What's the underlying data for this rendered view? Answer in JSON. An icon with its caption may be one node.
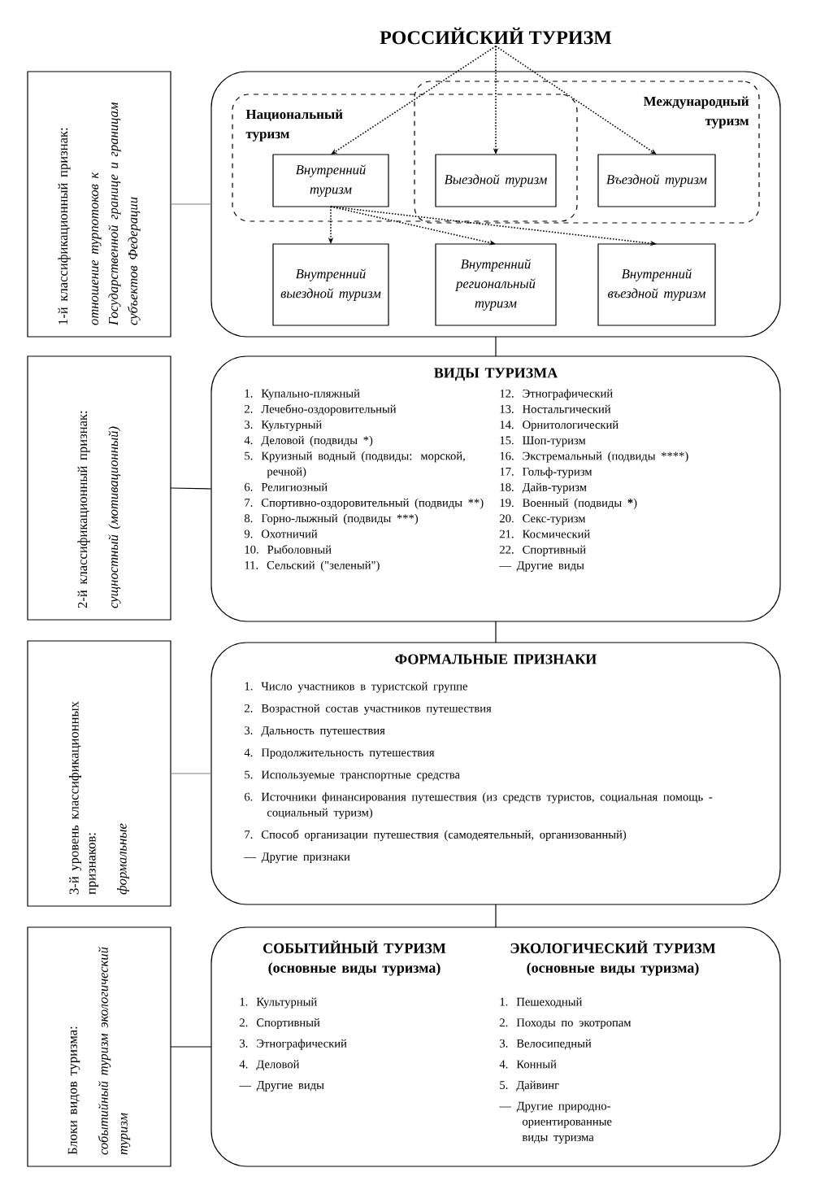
{
  "diagram": {
    "nodes": [
      {
        "text": [
          "РОССИЙСКИЙ  ТУРИЗМ"
        ]
      },
      {
        "text": [
          "1-й классификационный признак:",
          "отношение турпотоков к Государственной границе и границам субъектов Федерации"
        ]
      },
      {
        "text": [],
        "shape": "box"
      },
      {
        "text": [
          "Национальный туризм"
        ],
        "in": 2
      },
      {
        "text": [
          "Международный туризм"
        ],
        "in": 2
      },
      {
        "text": [
          "Внутренний туризм"
        ],
        "in": 3
      },
      {
        "text": [
          "Выездной туризм"
        ]
      },
      {
        "text": [
          "Въездной туризм"
        ],
        "in": 4
      },
      {
        "text": [
          "Внутренний выездной туризм"
        ],
        "in": 2
      },
      {
        "text": [
          "Внутренний региональный туризм"
        ],
        "in": 2
      },
      {
        "text": [
          "Внутренний въездной туризм"
        ],
        "in": 2
      },
      {
        "text": [
          "2-й классификационный признак:",
          "сущностный (мотивационный)"
        ]
      },
      {
        "text": [
          "ВИДЫ ТУРИЗМА",
          "1. Купально-пляжный",
          "2. Лечебно-оздоровительный",
          "3. Культурный",
          "4. Деловой (подвиды *)",
          "5. Круизный водный (подвиды: морской, речной)",
          "6. Религиозный",
          "7. Спортивно-оздоровительный (подвиды **)",
          "8. Горно-лыжный (подвиды ***)",
          "9. Охотничий",
          "10. Рыболовный",
          "11. Сельский (\"зеленый\")",
          "12. Этнографический",
          "13. Ностальгический",
          "14. Орнитологический",
          "15. Шоп-туризм",
          "16. Экстремальный (подвиды ****)",
          "17. Гольф-туризм",
          "18. Дайв-туризм",
          "19. Военный (подвиды *****)",
          "20. Секс-туризм",
          "21. Космический",
          "22. Спортивный",
          "— Другие виды"
        ]
      },
      {
        "text": [
          "3-й уровень классификационных признаков:",
          "формальные"
        ]
      },
      {
        "text": [
          "ФОРМАЛЬНЫЕ ПРИЗНАКИ",
          "1. Число участников в туристской группе",
          "2. Возрастной состав участников путешествия",
          "3. Дальность путешествия",
          "4. Продолжительность путешествия",
          "5. Используемые транспортные средства",
          "6. Источники финансирования путешествия (из средств туристов, социальная помощь - социальный туризм)",
          "7. Способ организации путешествия (самодеятельный, организованный)",
          "— Другие признаки"
        ]
      },
      {
        "text": [
          "Блоки видов туризма:",
          "событийный туризм экологический туризм"
        ]
      },
      {
        "text": [
          "СОБЫТИЙНЫЙ ТУРИЗМ (основные виды туризма)",
          "1. Культурный",
          "2. Спортивный",
          "3. Этнографический",
          "4. Деловой",
          "— Другие виды",
          "ЭКОЛОГИЧЕСКИЙ ТУРИЗМ (основные виды туризма)",
          "1. Пешеходный",
          "2. Походы по экотропам",
          "3. Велосипедный",
          "4. Конный",
          "5. Дайвинг",
          "— Другие природно-ориентированные виды туризма"
        ]
      }
    ],
    "edges": [
      {
        "from": 0,
        "to": 5,
        "arrow": "to",
        "style": "dashed"
      },
      {
        "from": 0,
        "to": 6,
        "arrow": "to",
        "style": "dashed"
      },
      {
        "from": 0,
        "to": 7,
        "arrow": "to",
        "style": "dashed"
      },
      {
        "from": 5,
        "to": 8,
        "arrow": "to",
        "style": "dashed"
      },
      {
        "from": 5,
        "to": 9,
        "arrow": "to",
        "style": "dashed"
      },
      {
        "from": 5,
        "to": 10,
        "arrow": "to",
        "style": "dashed"
      },
      {
        "from": 1,
        "to": 2,
        "arrow": "none",
        "color": "#7f7f7f"
      },
      {
        "from": 2,
        "to": 12,
        "arrow": "none"
      },
      {
        "from": 11,
        "to": 12,
        "arrow": "none"
      },
      {
        "from": 12,
        "to": 14,
        "arrow": "none"
      },
      {
        "from": 13,
        "to": 14,
        "arrow": "none",
        "color": "#7f7f7f"
      },
      {
        "from": 14,
        "to": 16,
        "arrow": "none"
      },
      {
        "from": 15,
        "to": 16,
        "arrow": "none"
      }
    ]
  }
}
